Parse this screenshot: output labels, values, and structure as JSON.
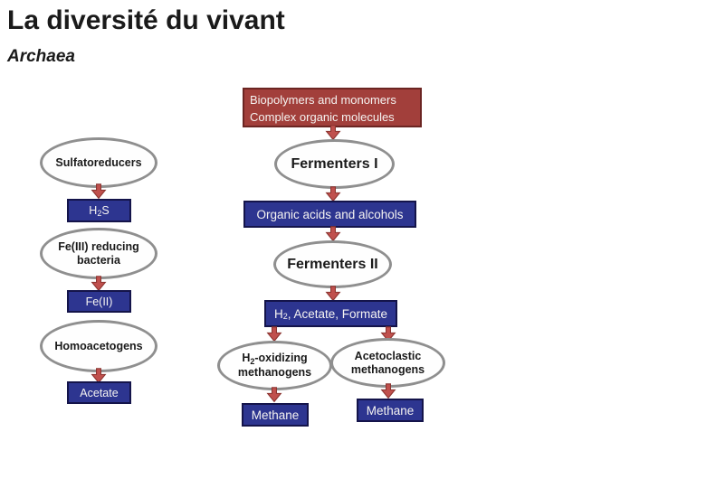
{
  "title": "La diversité du vivant",
  "subtitle": "Archaea",
  "colors": {
    "box_red": "#a23f3b",
    "box_red_border": "#6b2522",
    "box_navy": "#2d3590",
    "box_navy_border": "#14144a",
    "arrow_fill": "#c0504d",
    "arrow_border": "#8c3430",
    "ellipse_border": "#8f8f8f"
  },
  "nodes": {
    "source": {
      "line1": "Biopolymers and monomers",
      "line2": "Complex organic molecules"
    },
    "sulfatoreducers": "Sulfatoreducers",
    "h2s": {
      "pre": "H",
      "sub": "2",
      "post": "S"
    },
    "fe3": {
      "line1": "Fe(III) reducing",
      "line2": "bacteria"
    },
    "fe2": "Fe(II)",
    "homoacetogens": "Homoacetogens",
    "acetate": "Acetate",
    "fermenters1": "Fermenters I",
    "organic_acids": "Organic acids and alcohols",
    "fermenters2": "Fermenters II",
    "h2_acetate_formate": {
      "pre": "H",
      "sub": "2",
      "post": ", Acetate, Formate"
    },
    "h2_oxidizing": {
      "pre": "H",
      "sub": "2",
      "post": "-oxidizing",
      "line2": "methanogens"
    },
    "acetoclastic": {
      "line1": "Acetoclastic",
      "line2": "methanogens"
    },
    "methane_left": "Methane",
    "methane_right": "Methane"
  }
}
